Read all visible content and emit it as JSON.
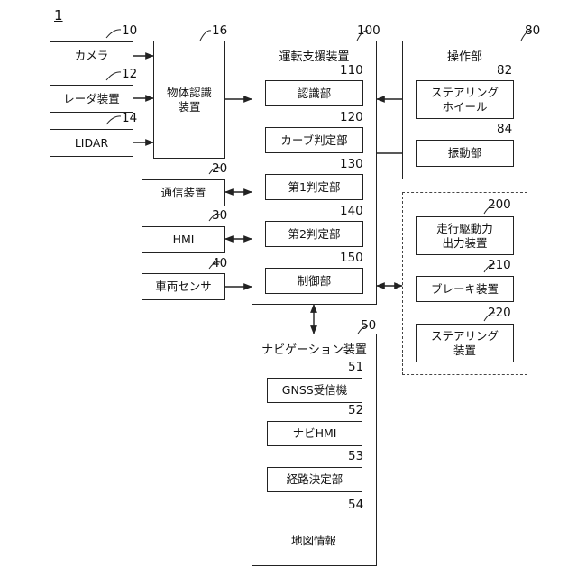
{
  "figure_number": "1",
  "blocks": {
    "camera": {
      "label": "カメラ",
      "ref": "10"
    },
    "radar": {
      "label": "レーダ装置",
      "ref": "12"
    },
    "lidar": {
      "label": "LIDAR",
      "ref": "14"
    },
    "object": {
      "label": "物体認識\n装置",
      "ref": "16"
    },
    "comm": {
      "label": "通信装置",
      "ref": "20"
    },
    "hmi": {
      "label": "HMI",
      "ref": "30"
    },
    "sensor": {
      "label": "車両センサ",
      "ref": "40"
    },
    "drive": {
      "label": "運転支援装置",
      "ref": "100"
    },
    "recog": {
      "label": "認識部",
      "ref": "110"
    },
    "curve": {
      "label": "カーブ判定部",
      "ref": "120"
    },
    "judge1": {
      "label": "第1判定部",
      "ref": "130"
    },
    "judge2": {
      "label": "第2判定部",
      "ref": "140"
    },
    "control": {
      "label": "制御部",
      "ref": "150"
    },
    "operate": {
      "label": "操作部",
      "ref": "80"
    },
    "wheel": {
      "label": "ステアリング\nホイール",
      "ref": "82"
    },
    "vibrate": {
      "label": "振動部",
      "ref": "84"
    },
    "power": {
      "label": "走行駆動力\n出力装置",
      "ref": "200"
    },
    "brake": {
      "label": "ブレーキ装置",
      "ref": "210"
    },
    "steer": {
      "label": "ステアリング\n装置",
      "ref": "220"
    },
    "navi": {
      "label": "ナビゲーション装置",
      "ref": "50"
    },
    "gnss": {
      "label": "GNSS受信機",
      "ref": "51"
    },
    "navihmi": {
      "label": "ナビHMI",
      "ref": "52"
    },
    "route": {
      "label": "経路決定部",
      "ref": "53"
    },
    "map": {
      "label": "地図情報",
      "ref": "54"
    }
  }
}
